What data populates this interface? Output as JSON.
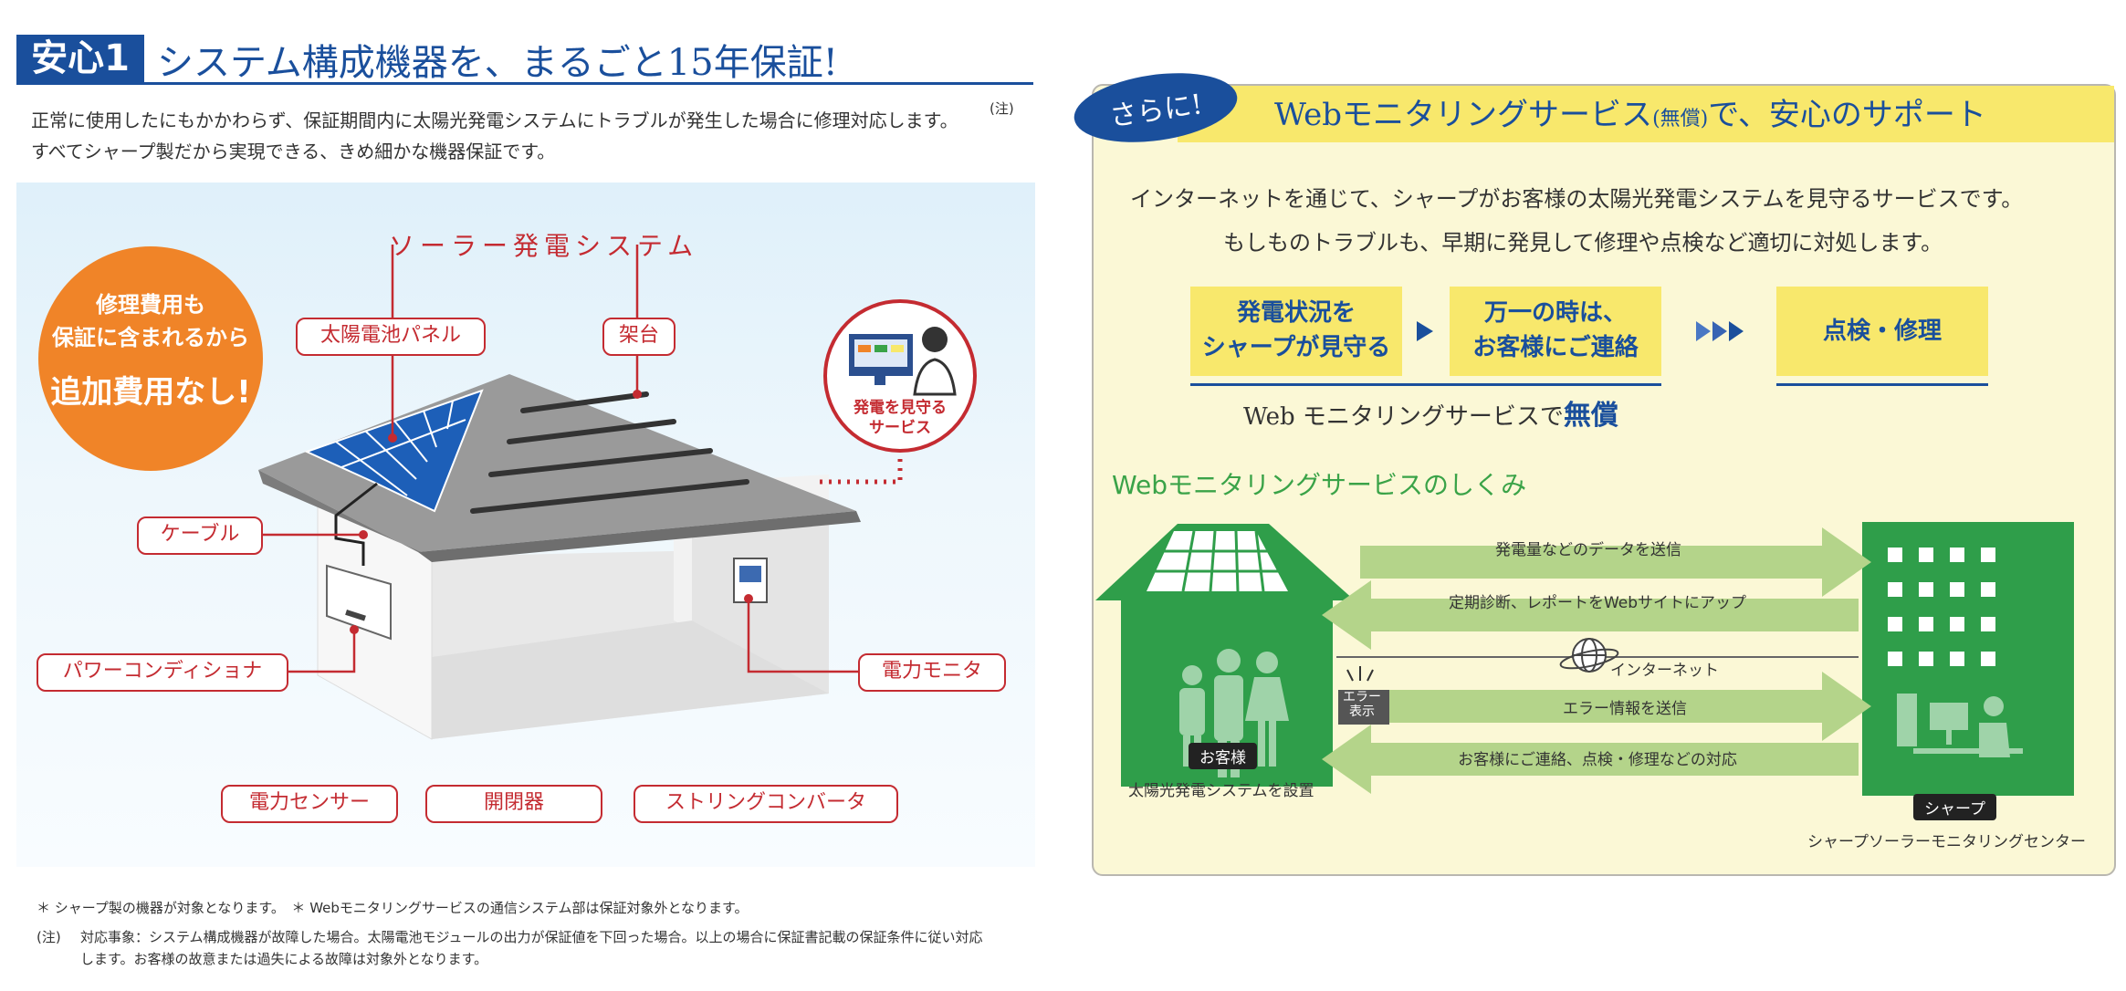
{
  "left": {
    "badge": "安心1",
    "title": "システム構成機器を、まるごと15年保証!",
    "intro_line1": "正常に使用したにもかかわらず、保証期間内に太陽光発電システムにトラブルが発生した場合に修理対応します。",
    "intro_note_mark": "(注)",
    "intro_line2": "すべてシャープ製だから実現できる、きめ細かな機器保証です。",
    "solar_title": "ソーラー発電システム",
    "circle_line1": "修理費用も",
    "circle_line2": "保証に含まれるから",
    "circle_line3": "追加費用なし!",
    "labels": {
      "panel": "太陽電池パネル",
      "rack": "架台",
      "cable": "ケーブル",
      "conditioner": "パワーコンディショナ",
      "monitor": "電力モニタ",
      "sensor": "電力センサー",
      "switch": "開閉器",
      "converter": "ストリングコンバータ"
    },
    "monitor_service_line1": "発電を見守る",
    "monitor_service_line2": "サービス",
    "footnote1": "＊ シャープ製の機器が対象となります。　＊ Webモニタリングサービスの通信システム部は保証対象外となります。",
    "footnote2_mark": "(注)",
    "footnote2_line1": "対応事象：システム構成機器が故障した場合。太陽電池モジュールの出力が保証値を下回った場合。以上の場合に保証書記載の保証条件に従い対応",
    "footnote2_line2": "します。お客様の故意または過失による故障は対象外となります。"
  },
  "right": {
    "oval": "さらに!",
    "title_a": "Webモニタリングサービス",
    "title_small": "(無償)",
    "title_b": "で、安心のサポート",
    "desc1": "インターネットを通じて、シャープがお客様の太陽光発電システムを見守るサービスです。",
    "desc2": "もしものトラブルも、早期に発見して修理や点検など適切に対処します。",
    "step1_l1": "発電状況を",
    "step1_l2": "シャープが見守る",
    "step2_l1": "万一の時は、",
    "step2_l2": "お客様にご連絡",
    "step3": "点検・修理",
    "free_prefix": "Web モニタリングサービスで",
    "free_word": "無償",
    "mech_title": "Webモニタリングサービスのしくみ",
    "arrow1": "発電量などのデータを送信",
    "arrow2": "定期診断、レポートをWebサイトにアップ",
    "internet": "インターネット",
    "error_display": "エラー表示",
    "arrow3": "エラー情報を送信",
    "arrow4": "お客様にご連絡、点検・修理などの対応",
    "customer_tag": "お客様",
    "customer_caption": "太陽光発電システムを設置",
    "sharp_tag": "シャープ",
    "sharp_caption": "シャープソーラーモニタリングセンター"
  },
  "colors": {
    "blue": "#1a4f9c",
    "red": "#c42b31",
    "orange": "#f08428",
    "yellow": "#f8e86c",
    "green": "#2f9e4a",
    "light_green": "#b4d48a"
  }
}
